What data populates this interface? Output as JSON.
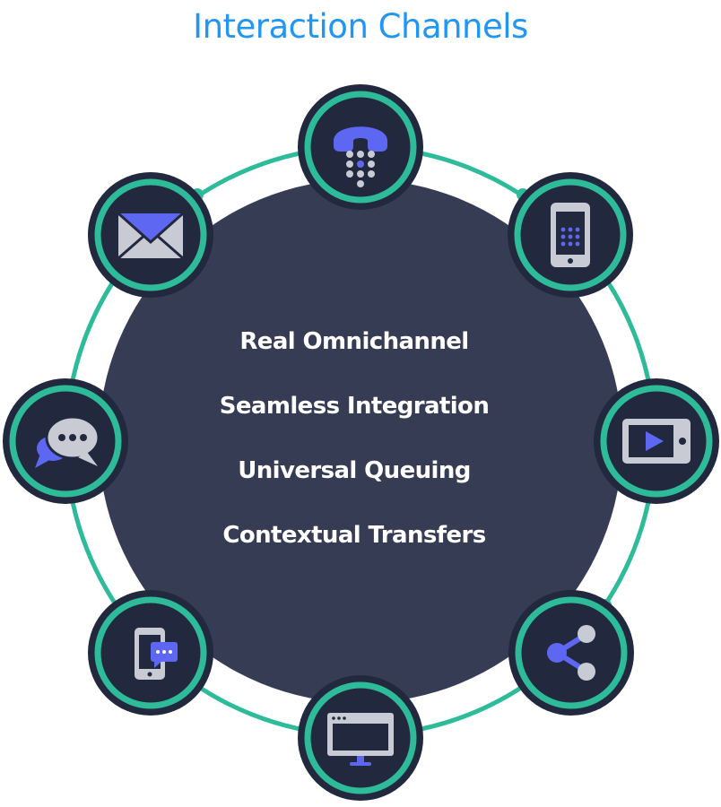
{
  "title": "Interaction Channels",
  "center_labels": [
    "Real Omnichannel",
    "Seamless Integration",
    "Universal Queuing",
    "Contextual Transfers"
  ],
  "nodes": [
    {
      "icon": "phone-icon"
    },
    {
      "icon": "mobile-phone-icon"
    },
    {
      "icon": "video-player-icon"
    },
    {
      "icon": "share-icon"
    },
    {
      "icon": "monitor-icon"
    },
    {
      "icon": "mobile-chat-icon"
    },
    {
      "icon": "chat-bubbles-icon"
    },
    {
      "icon": "email-icon"
    }
  ],
  "colors": {
    "title": "#2196f3",
    "center_disk": "#363c54",
    "node_fill": "#22293e",
    "ring": "#2ebb9a",
    "icon_accent": "#5e67f2",
    "icon_gray": "#c8cbd3"
  }
}
